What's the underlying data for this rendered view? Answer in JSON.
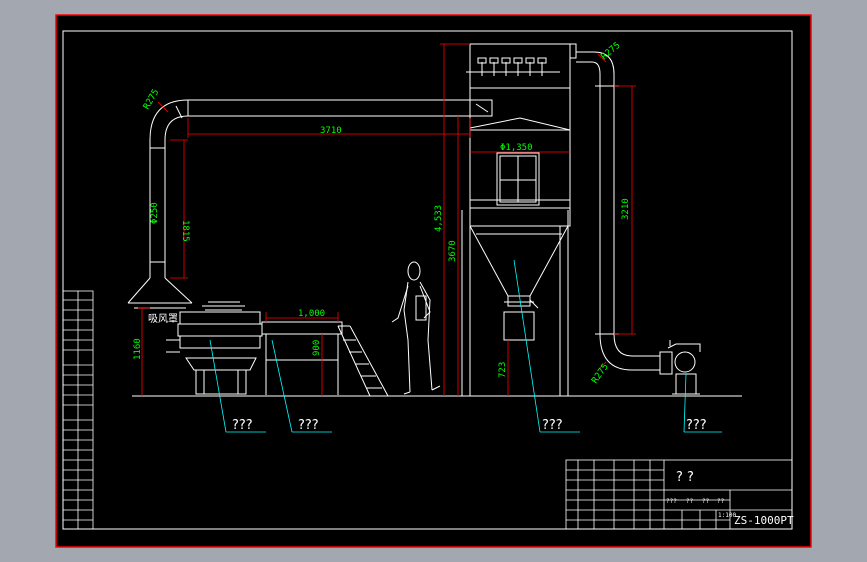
{
  "drawing": {
    "title_block": {
      "title": "? ?",
      "drawing_no": "ZS-1000PT",
      "scale": "1:100",
      "col_headers": [
        "???",
        "??",
        "??",
        "??"
      ]
    },
    "dimensions": {
      "horizontal_duct": "3710",
      "vertical_left": "1815",
      "duct_diameter": "Φ250",
      "radius_top_left": "R275",
      "radius_top_right": "R275",
      "radius_bottom_right": "R275",
      "overall_height": "4,533",
      "collector_height": "3670",
      "right_riser": "3210",
      "collector_width": "Φ1,350",
      "screen_height": "1160",
      "table_width": "1,000",
      "table_height": "900",
      "outlet_height": "723"
    },
    "labels": {
      "hood_text": "吸风罩",
      "part_sieve": "???",
      "part_table": "???",
      "part_collector": "???",
      "part_fan": "???"
    }
  },
  "colors": {
    "frame_bg": "#000000",
    "border": "#ff0000",
    "lines": "#ffffff",
    "dimension_lines": "#ff0000",
    "dimension_text": "#00ff00",
    "leader": "#00ffff"
  }
}
